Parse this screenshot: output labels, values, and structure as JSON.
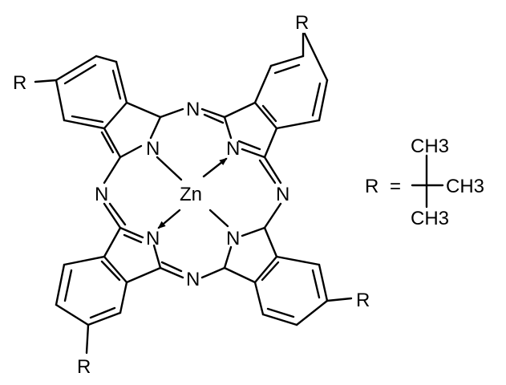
{
  "molecule": {
    "metal": "Zn",
    "atom_N": "N",
    "substituent": "R",
    "definition": {
      "lhs": "R",
      "equals": "=",
      "group1": "CH3",
      "group2": "CH3",
      "group3": "CH3"
    }
  },
  "colors": {
    "ink": "#000000",
    "background": "#ffffff"
  }
}
